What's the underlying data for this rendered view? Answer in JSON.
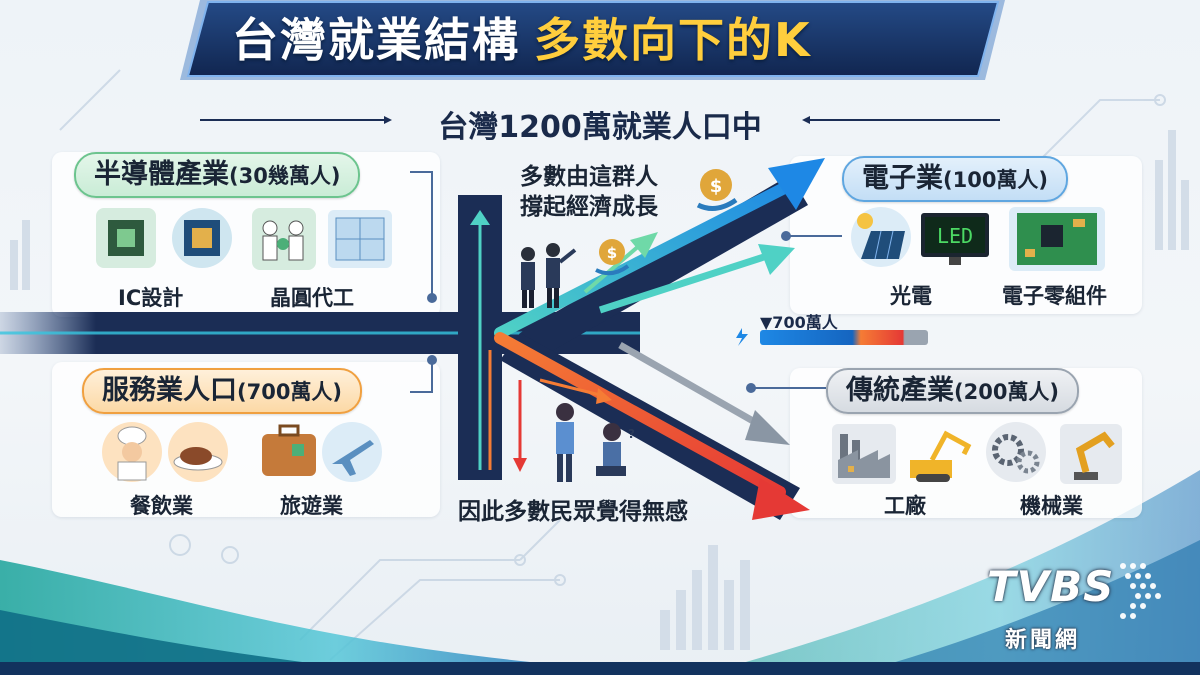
{
  "header": {
    "title_main": "台灣就業結構",
    "title_highlight": "多數向下的K",
    "subtitle": "台灣1200萬就業人口中"
  },
  "semiconductor": {
    "title": "半導體產業",
    "count": "(30幾萬人)",
    "items": [
      {
        "label": "IC設計",
        "icons": [
          "chip-icon",
          "circuit-chip-icon"
        ]
      },
      {
        "label": "晶圓代工",
        "icons": [
          "engineers-icon",
          "wafer-icon"
        ]
      }
    ]
  },
  "service": {
    "title": "服務業人口",
    "count": "(700萬人)",
    "items": [
      {
        "label": "餐飲業",
        "icons": [
          "chef-icon",
          "food-plate-icon"
        ]
      },
      {
        "label": "旅遊業",
        "icons": [
          "suitcase-icon",
          "airplane-icon"
        ]
      }
    ]
  },
  "electronics": {
    "title": "電子業",
    "count": "(100萬人)",
    "items": [
      {
        "label": "光電",
        "icons": [
          "solar-panel-icon",
          "led-monitor-icon"
        ]
      },
      {
        "label": "電子零組件",
        "icons": [
          "circuit-board-icon"
        ]
      }
    ],
    "led_text": "LED"
  },
  "traditional": {
    "title": "傳統產業",
    "count": "(200萬人)",
    "items": [
      {
        "label": "工廠",
        "icons": [
          "factory-icon",
          "excavator-icon"
        ]
      },
      {
        "label": "機械業",
        "icons": [
          "gears-icon",
          "robot-arm-icon"
        ]
      }
    ]
  },
  "k_chart": {
    "up_caption": "多數由這群人\n撐起經濟成長",
    "down_caption": "因此多數民眾覺得無感",
    "bar_label": "▼700萬人"
  },
  "logo": {
    "name": "TVBS",
    "sub": "新聞網"
  },
  "colors": {
    "navy": "#1b2d55",
    "up_blue": "#1e88e5",
    "up_teal": "#4fd1c5",
    "down_red": "#e53935",
    "down_orange": "#f57c35",
    "gold": "#ffce3d"
  }
}
